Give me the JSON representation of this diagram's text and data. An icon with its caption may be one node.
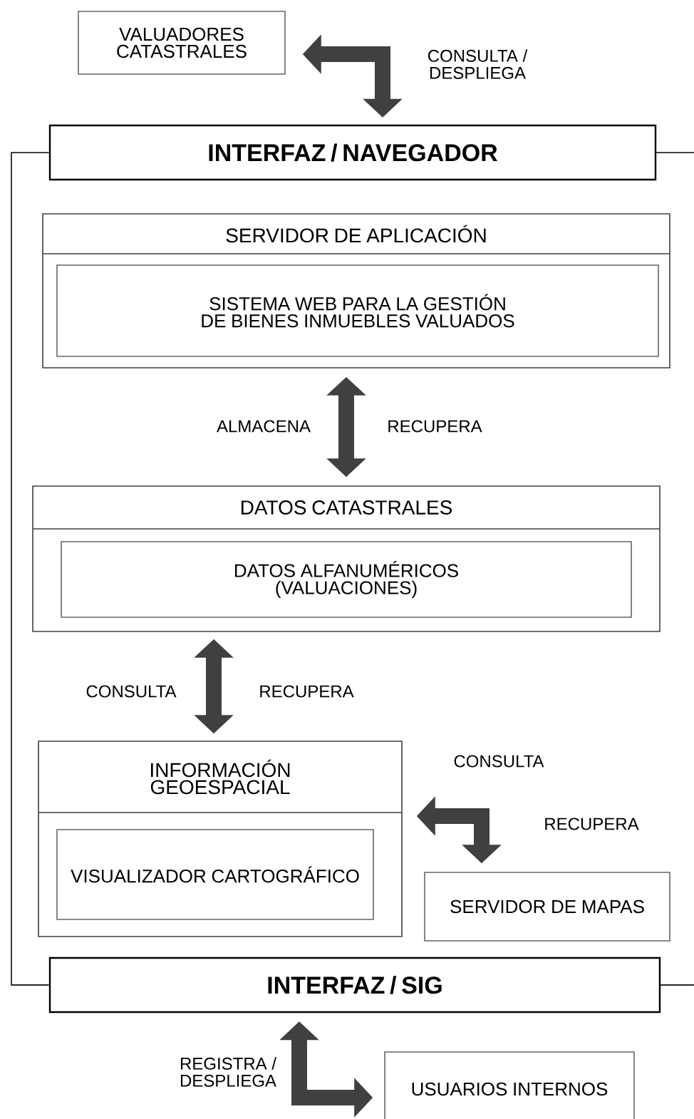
{
  "diagram": {
    "nodes": [
      {
        "text": [
          "VALUADORES CATASTRALES"
        ]
      },
      {
        "text": [
          "INTERFAZ / NAVEGADOR"
        ]
      },
      {
        "text": [
          "SERVIDOR DE APLICACIÓN"
        ]
      },
      {
        "text": [
          "SISTEMA WEB PARA LA GESTIÓN DE BIENES INMUEBLES VALUADOS"
        ],
        "in": 2
      },
      {
        "text": [
          "DATOS CATASTRALES"
        ]
      },
      {
        "text": [
          "DATOS ALFANUMÉRICOS (VALUACIONES)"
        ],
        "in": 4
      },
      {
        "text": [
          "INFORMACIÓN GEOESPACIAL"
        ]
      },
      {
        "text": [
          "VISUALIZADOR CARTOGRÁFICO"
        ],
        "in": 6
      },
      {
        "text": [
          "SERVIDOR DE MAPAS"
        ]
      },
      {
        "text": [
          "INTERFAZ / SIG"
        ]
      },
      {
        "text": [
          "USUARIOS INTERNOS"
        ]
      }
    ],
    "edges": [
      {
        "from": 0,
        "to": 1,
        "arrow": "both",
        "label": "CONSULTA / DESPLIEGA"
      },
      {
        "from": 2,
        "to": 4,
        "arrow": "both",
        "label": "ALMACENA"
      },
      {
        "from": 4,
        "to": 6,
        "arrow": "both",
        "label": "CONSULTA"
      },
      {
        "from": 6,
        "to": 8,
        "arrow": "both",
        "label": "CONSULTA"
      },
      {
        "from": 9,
        "to": 10,
        "arrow": "both",
        "label": "REGISTRA / DESPLIEGA"
      },
      {
        "from": 1,
        "to": 9,
        "arrow": "none"
      },
      {
        "from": 1,
        "to": null,
        "arrow": "none"
      },
      {
        "from": 9,
        "to": null,
        "arrow": "none"
      }
    ],
    "labels": [
      "RECUPERA",
      "RECUPERA",
      "RECUPERA"
    ]
  }
}
